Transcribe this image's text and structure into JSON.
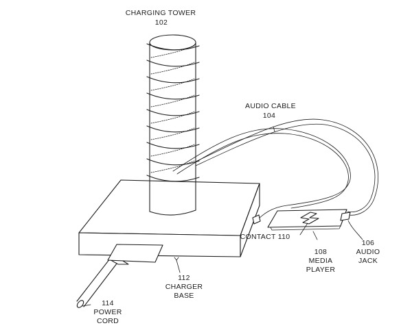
{
  "labels": {
    "tower_name": "CHARGING TOWER",
    "tower_ref": "102",
    "cable_name": "AUDIO CABLE",
    "cable_ref": "104",
    "contact": "CONTACT 110",
    "player_ref": "108",
    "player_l1": "MEDIA",
    "player_l2": "PLAYER",
    "jack_ref": "106",
    "jack_l1": "AUDIO",
    "jack_l2": "JACK",
    "base_ref": "112",
    "base_l1": "CHARGER",
    "base_l2": "BASE",
    "cord_ref": "114",
    "cord_l1": "POWER",
    "cord_l2": "CORD"
  },
  "colors": {
    "line": "#1a1a1a",
    "background": "#ffffff"
  }
}
